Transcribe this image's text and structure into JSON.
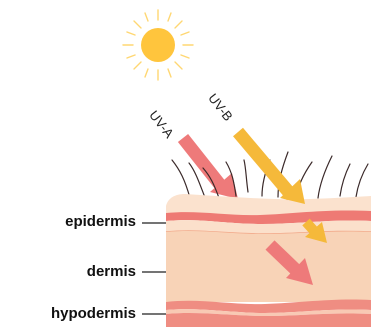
{
  "labels": {
    "uva": "UV-A",
    "uvb": "UV-B",
    "epidermis": "epidermis",
    "dermis": "dermis",
    "hypodermis": "hypodermis"
  },
  "icons": {
    "sun": "sun-icon",
    "hair": "hair-icon"
  },
  "colors": {
    "sun": "#FFC53D",
    "sun_rays": "#FFD772",
    "uva_ray": "#EE7A7A",
    "uvb_ray": "#F5B93A",
    "skin_surface": "#FBE2CE",
    "epidermis_band": "#EE7A74",
    "dermis": "#F8D3B7",
    "dermis_light": "#FBE0CB",
    "hypodermis": "#EF8D82",
    "hair": "#3B2A2A",
    "leader_line": "#222222"
  }
}
